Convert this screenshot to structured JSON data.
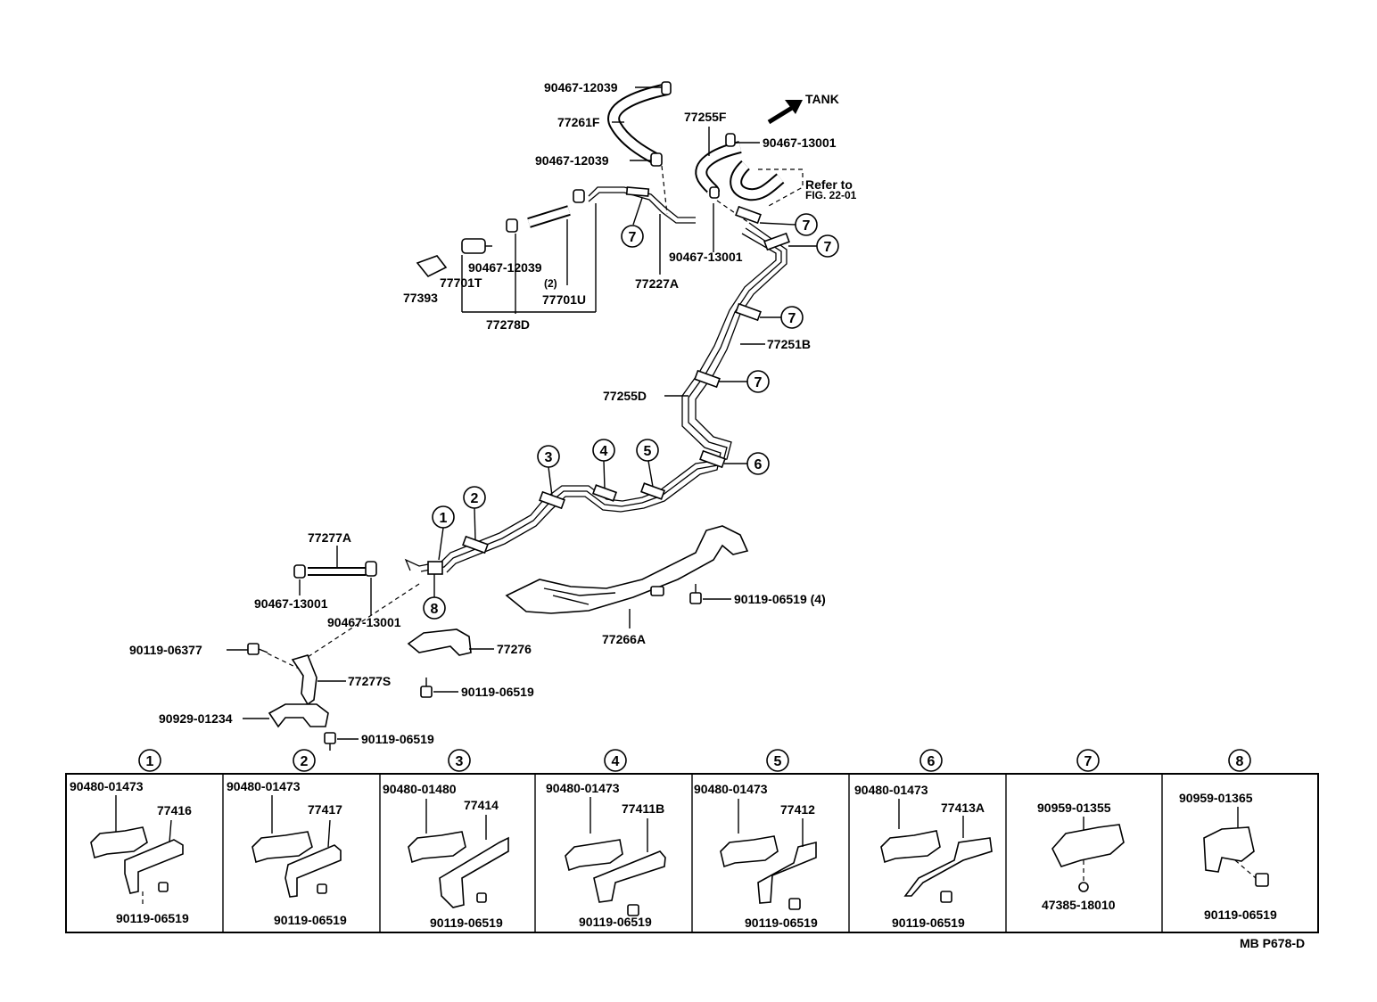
{
  "tank_label": "TANK",
  "refer_to_1": "Refer to",
  "refer_to_2": "FIG. 22-01",
  "corner_code": "MB  P678-D",
  "labels": {
    "hose_upper_clip_a": "90467-12039",
    "hose_upper": "77261F",
    "hose_upper_clip_b": "90467-12039",
    "hose_right": "77255F",
    "hose_right_clip": "90467-13001",
    "hose_right_clip_b": "90467-13001",
    "valve_clip": "90467-12039",
    "valve_clip_qty": "(2)",
    "valve_t": "77701T",
    "valve_u": "77701U",
    "bracket_393": "77393",
    "valve_assy": "77278D",
    "pipe_227": "77227A",
    "pipe_251": "77251B",
    "pipe_255d": "77255D",
    "hose_277a": "77277A",
    "clip_left_a": "90467-13001",
    "clip_left_b": "90467-13001",
    "bolt_377": "90119-06377",
    "bracket_277s": "77277S",
    "clamp_929": "90929-01234",
    "bolt_bottom": "90119-06519",
    "protector": "77276",
    "bolt_protector": "90119-06519",
    "guard_266a": "77266A",
    "bolt_guard": "90119-06519 (4)"
  },
  "callouts": [
    "1",
    "2",
    "3",
    "4",
    "5",
    "6",
    "7",
    "8"
  ],
  "table": [
    {
      "num": "1",
      "clamp": "90480-01473",
      "bracket": "77416",
      "bolt": "90119-06519"
    },
    {
      "num": "2",
      "clamp": "90480-01473",
      "bracket": "77417",
      "bolt": "90119-06519"
    },
    {
      "num": "3",
      "clamp": "90480-01480",
      "bracket": "77414",
      "bolt": "90119-06519"
    },
    {
      "num": "4",
      "clamp": "90480-01473",
      "bracket": "77411B",
      "bolt": "90119-06519"
    },
    {
      "num": "5",
      "clamp": "90480-01473",
      "bracket": "77412",
      "bolt": "90119-06519"
    },
    {
      "num": "6",
      "clamp": "90480-01473",
      "bracket": "77413A",
      "bolt": "90119-06519"
    },
    {
      "num": "7",
      "clamp": "90959-01355",
      "bracket": "",
      "bolt": "47385-18010"
    },
    {
      "num": "8",
      "clamp": "90959-01365",
      "bracket": "",
      "bolt": "90119-06519"
    }
  ]
}
